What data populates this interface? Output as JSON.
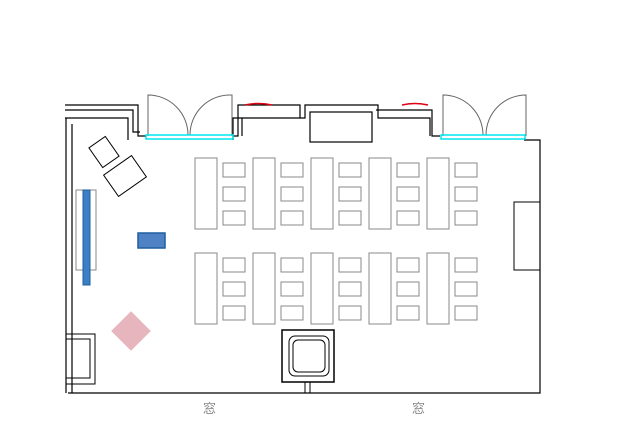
{
  "labels": {
    "window_left": "窓",
    "window_right": "窓"
  },
  "colors": {
    "door_glass": "#00e5ee",
    "blue_item": "#3d7fc4",
    "pink_item": "#e6b5bd",
    "wall": "#000000",
    "furniture": "#777777"
  },
  "layout_counts": {
    "desk_columns": 5,
    "desk_rows": 2,
    "chairs_per_desk_block": 3
  }
}
